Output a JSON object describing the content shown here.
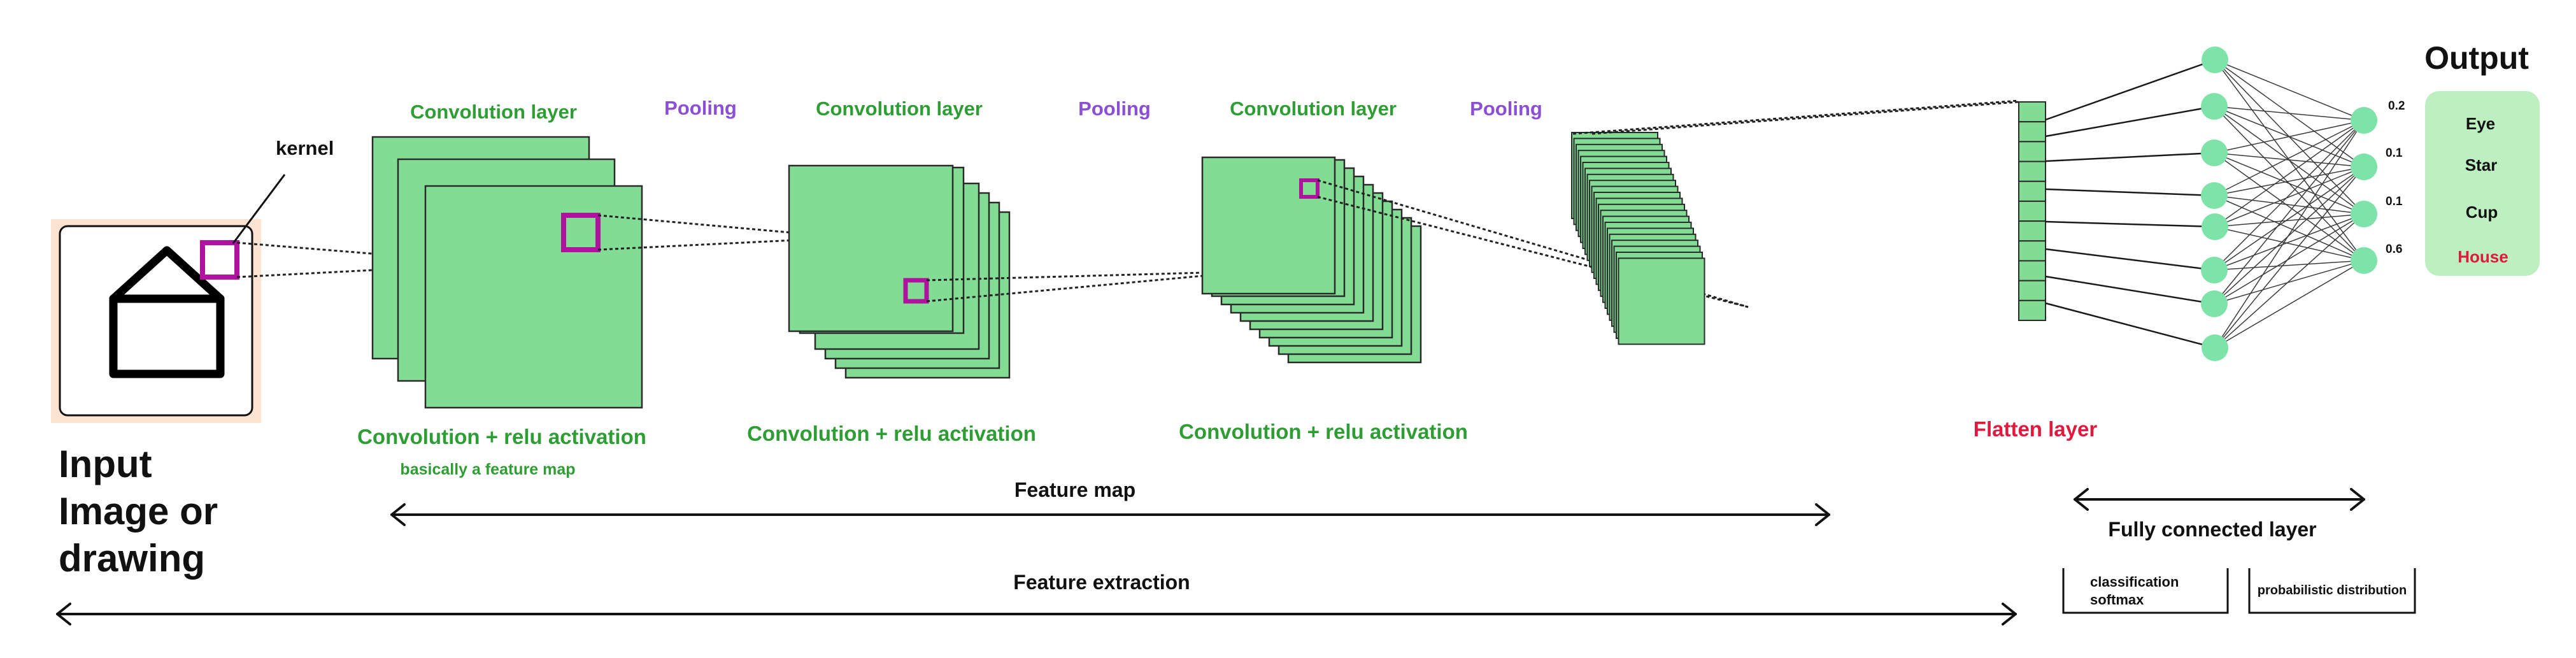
{
  "input": {
    "title_lines": [
      "Input",
      "Image or",
      "drawing"
    ],
    "kernel_label": "kernel"
  },
  "stages": {
    "conv1_title": "Convolution layer",
    "conv1_activation": "Convolution + relu activation",
    "conv1_note": "basically a feature map",
    "pool1": "Pooling",
    "conv2_title": "Convolution layer",
    "conv2_activation": "Convolution + relu activation",
    "pool2": "Pooling",
    "conv3_title": "Convolution layer",
    "conv3_activation": "Convolution + relu activation",
    "pool3": "Pooling"
  },
  "flatten": {
    "label": "Flatten layer"
  },
  "spans": {
    "feature_map": "Feature map",
    "feature_extraction": "Feature extraction",
    "fully_connected": "Fully connected layer"
  },
  "classification": {
    "line1": "classification",
    "line2": "softmax",
    "probabilistic": "probabilistic distribution"
  },
  "output": {
    "title": "Output",
    "probabilities": [
      "0.2",
      "0.1",
      "0.1",
      "0.6"
    ],
    "classes": [
      "Eye",
      "Star",
      "Cup",
      "House"
    ],
    "predicted_index": 3
  },
  "colors": {
    "layer_fill": "#82dc94",
    "node_fill": "#7ee3a8",
    "kernel": "#b0129f",
    "stage_text": "#2e9e34",
    "pooling_text": "#8b4fd6",
    "highlight_text": "#e0193f",
    "input_bg": "#fde4d2",
    "output_panel": "#bdefc1"
  }
}
